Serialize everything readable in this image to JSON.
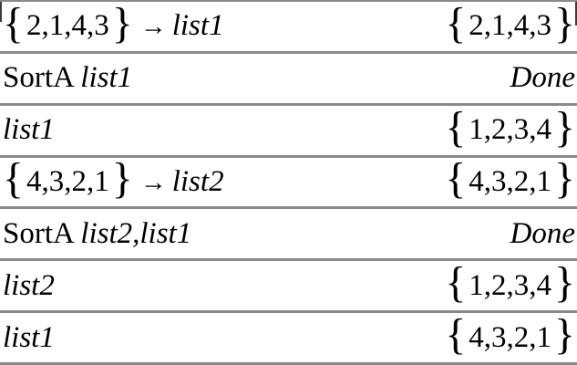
{
  "app": {
    "name": "calculator-history"
  },
  "colors": {
    "background": "#ffffff",
    "text": "#000000",
    "separator": "#8a8a8a",
    "corner_tick": "#3c3c3c"
  },
  "rows": [
    {
      "input": {
        "keyword": "",
        "open_brace": "{",
        "list": "2,1,4,3",
        "close_brace": "}",
        "arrow": "→",
        "name": "list1"
      },
      "output": {
        "open_brace": "{",
        "list": "2,1,4,3",
        "close_brace": "}",
        "text": ""
      }
    },
    {
      "input": {
        "keyword": "SortA ",
        "name": "list1"
      },
      "output": {
        "text": "Done"
      }
    },
    {
      "input": {
        "name": "list1"
      },
      "output": {
        "open_brace": "{",
        "list": "1,2,3,4",
        "close_brace": "}",
        "text": ""
      }
    },
    {
      "input": {
        "keyword": "",
        "open_brace": "{",
        "list": "4,3,2,1",
        "close_brace": "}",
        "arrow": "→",
        "name": "list2"
      },
      "output": {
        "open_brace": "{",
        "list": "4,3,2,1",
        "close_brace": "}",
        "text": ""
      }
    },
    {
      "input": {
        "keyword": "SortA ",
        "name": "list2,list1"
      },
      "output": {
        "text": "Done"
      }
    },
    {
      "input": {
        "name": "list2"
      },
      "output": {
        "open_brace": "{",
        "list": "1,2,3,4",
        "close_brace": "}",
        "text": ""
      }
    },
    {
      "input": {
        "name": "list1"
      },
      "output": {
        "open_brace": "{",
        "list": "4,3,2,1",
        "close_brace": "}",
        "text": ""
      }
    }
  ]
}
